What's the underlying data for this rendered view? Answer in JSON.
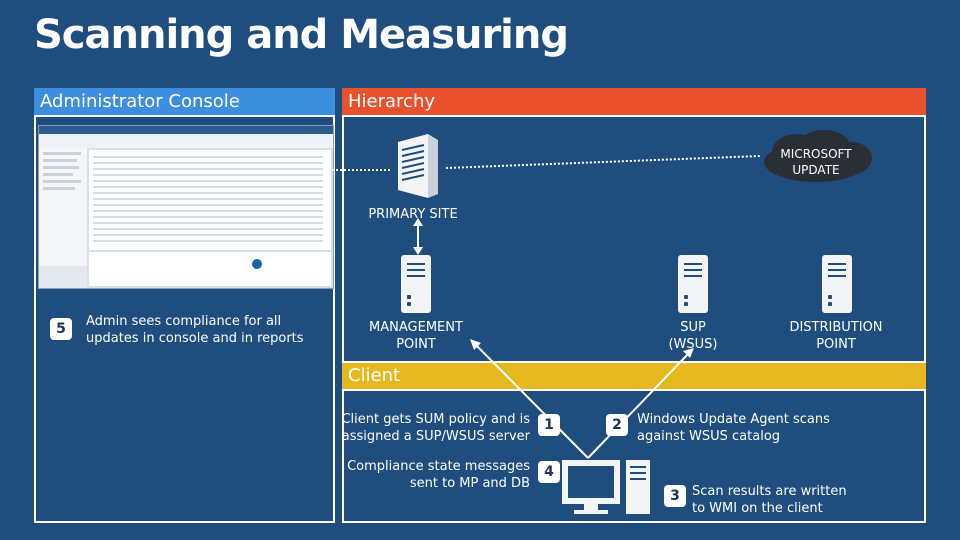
{
  "title": "Scanning and Measuring",
  "bars": {
    "admin": "Administrator Console",
    "hierarchy": "Hierarchy",
    "client": "Client"
  },
  "colors": {
    "background": "#1f4e7e",
    "admin_bar": "#3c8fdf",
    "hierarchy_bar": "#e8512b",
    "client_bar": "#e6b820"
  },
  "nodes": {
    "cloud": "MICROSOFT UPDATE",
    "primary_site": "PRIMARY SITE",
    "management_point": "MANAGEMENT POINT",
    "sup": "SUP (WSUS)",
    "distribution_point": "DISTRIBUTION POINT"
  },
  "steps": [
    {
      "num": "1",
      "text": "Client gets SUM policy and is assigned a SUP/WSUS server"
    },
    {
      "num": "2",
      "text": "Windows Update Agent scans against WSUS catalog"
    },
    {
      "num": "3",
      "text": "Scan results are written to WMI on the client"
    },
    {
      "num": "4",
      "text": "Compliance state messages sent to MP and DB"
    },
    {
      "num": "5",
      "text": "Admin sees compliance for all updates in console and in reports"
    }
  ],
  "icons": [
    "server-rack-icon",
    "server-icon",
    "cloud-icon",
    "monitor-icon",
    "tower-icon"
  ]
}
